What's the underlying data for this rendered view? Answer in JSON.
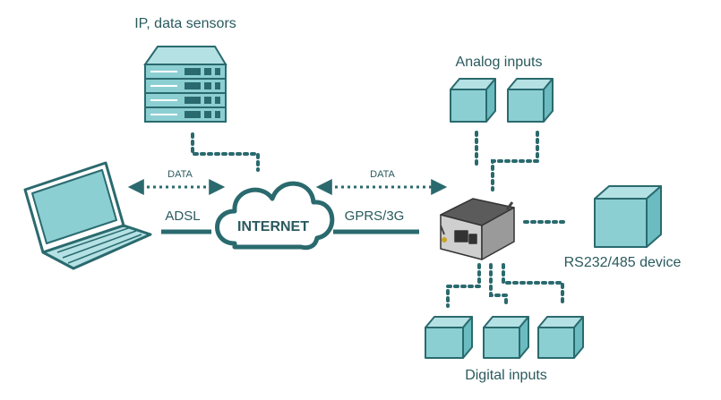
{
  "labels": {
    "sensors": "IP, data sensors",
    "analog": "Analog inputs",
    "digital": "Digital inputs",
    "rs232": "RS232/485 device",
    "internet": "INTERNET",
    "adsl": "ADSL",
    "gprs": "GPRS/3G",
    "data_left": "DATA",
    "data_right": "DATA"
  },
  "colors": {
    "teal_dark": "#2a6a6e",
    "teal_fill": "#8ccfd3",
    "teal_light": "#b4e1e4",
    "text": "#2a5a5e"
  }
}
